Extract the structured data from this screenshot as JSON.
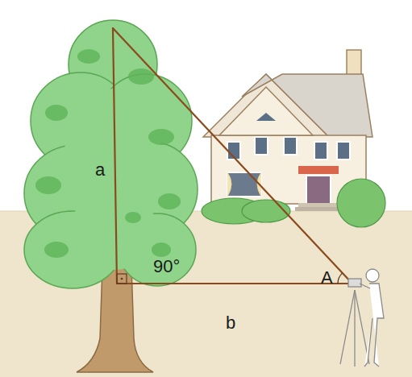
{
  "diagram": {
    "labels": [
      "a",
      "90°",
      "A",
      "b"
    ]
  }
}
